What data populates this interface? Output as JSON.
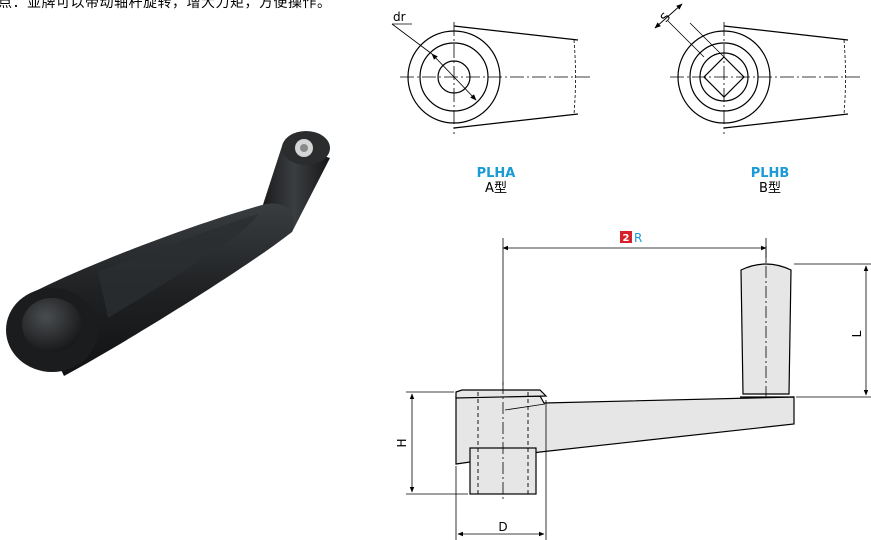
{
  "intro_text": "点：並牌可以带动轴杆旋转，增大力矩，方便操作。",
  "views": {
    "a": {
      "code": "PLHA",
      "type_label": "A型",
      "dim": "dr"
    },
    "b": {
      "code": "PLHB",
      "type_label": "B型",
      "dim": "S"
    }
  },
  "side": {
    "badge": "2",
    "r_label": "R",
    "l_label": "L",
    "h_label": "H",
    "d_label": "D"
  },
  "colors": {
    "accent_blue": "#1a9ad6",
    "badge_red": "#d6202a",
    "part_fill": "#e6e6e6",
    "handle_black": "#1f2123"
  }
}
